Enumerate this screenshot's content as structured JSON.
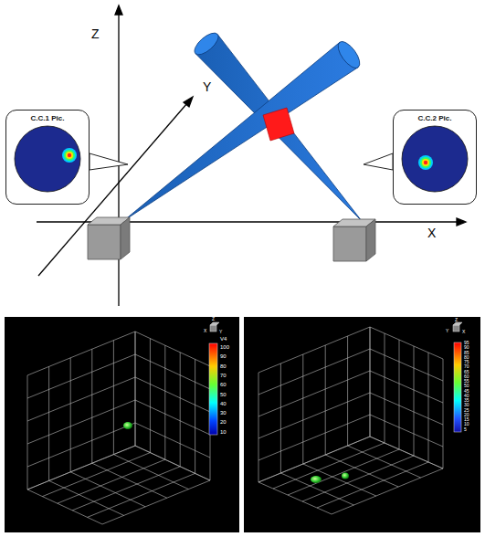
{
  "diagram": {
    "nodes": [
      {
        "text": [
          "C.C.1 Pic."
        ]
      },
      {
        "text": [
          "C.C.2 Pic."
        ]
      }
    ],
    "labels": [
      "Z",
      "Y",
      "X",
      "V4",
      "100",
      "90",
      "80",
      "70",
      "60",
      "50",
      "40",
      "30",
      "20",
      "10",
      "Z",
      "X",
      "Y",
      "Z",
      "Y",
      "X",
      "95",
      "90",
      "85",
      "80",
      "75",
      "70",
      "65",
      "60",
      "55",
      "50",
      "45",
      "40",
      "35",
      "30",
      "25",
      "20",
      "15",
      "10",
      "5"
    ]
  }
}
